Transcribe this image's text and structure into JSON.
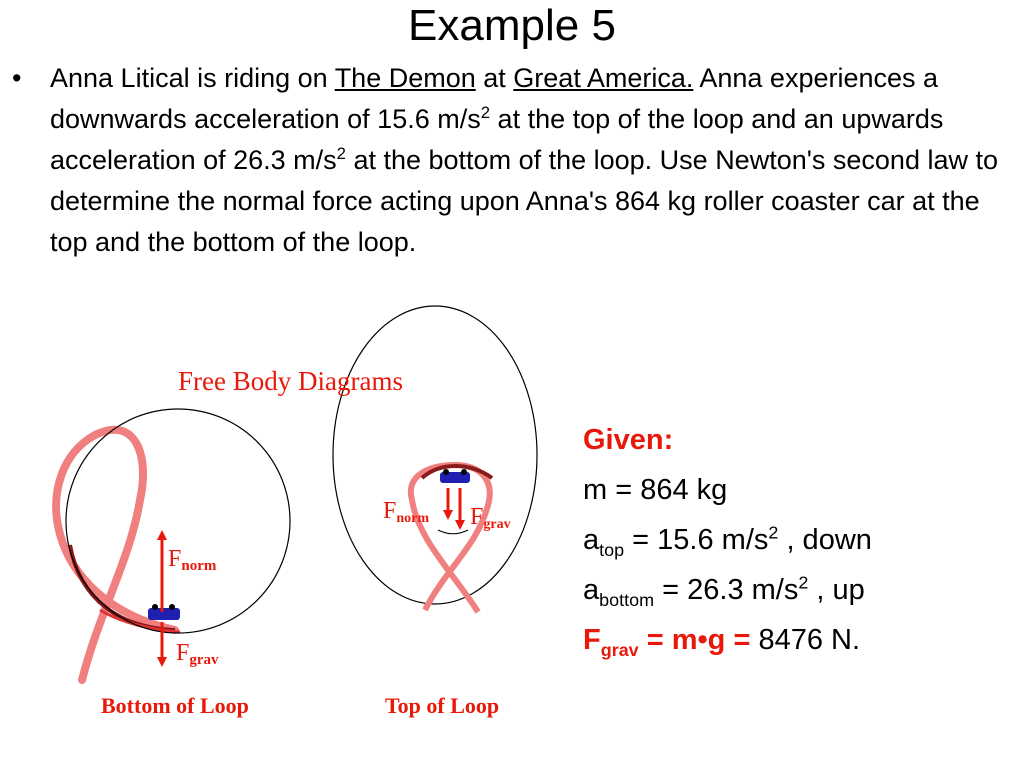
{
  "slide": {
    "title": "Example 5"
  },
  "problem": {
    "bullet": "•",
    "intro": "Anna Litical is riding on ",
    "ride": "The Demon",
    "at": " at ",
    "park": "Great America.",
    "t1": " Anna experiences a downwards acceleration of 15.6 m/s",
    "sup1": "2",
    "t2": " at the top of the loop and an upwards acceleration of 26.3 m/s",
    "sup2": "2",
    "t3": " at the bottom of the loop. Use Newton's second law to determine the normal force acting upon Anna's 864 kg roller coaster car at the top and the bottom of the loop."
  },
  "diagram": {
    "title": "Free Body Diagrams",
    "bottom_caption": "Bottom of Loop",
    "top_caption": "Top of Loop",
    "fnorm_main": "F",
    "fnorm_sub": "norm",
    "fgrav_main": "F",
    "fgrav_sub": "grav"
  },
  "given": {
    "heading": "Given:",
    "mass": "m = 864 kg",
    "a_top_var": "a",
    "a_top_sub": "top",
    "a_top_val": " = 15.6 m/s",
    "a_top_sup": "2",
    "a_top_dir": " , down",
    "a_bottom_var": "a",
    "a_bottom_sub": "bottom",
    "a_bottom_val": " = 26.3 m/s",
    "a_bottom_sup": "2",
    "a_bottom_dir": " , up",
    "fgrav_var": "F",
    "fgrav_sub": "grav",
    "fgrav_eq": " = m•g = ",
    "fgrav_val": "8476 N."
  },
  "colors": {
    "accent_red": "#e8190a",
    "track_pink": "#f08080",
    "track_dark": "#8b1a1a",
    "car_blue": "#1f1fb0"
  }
}
